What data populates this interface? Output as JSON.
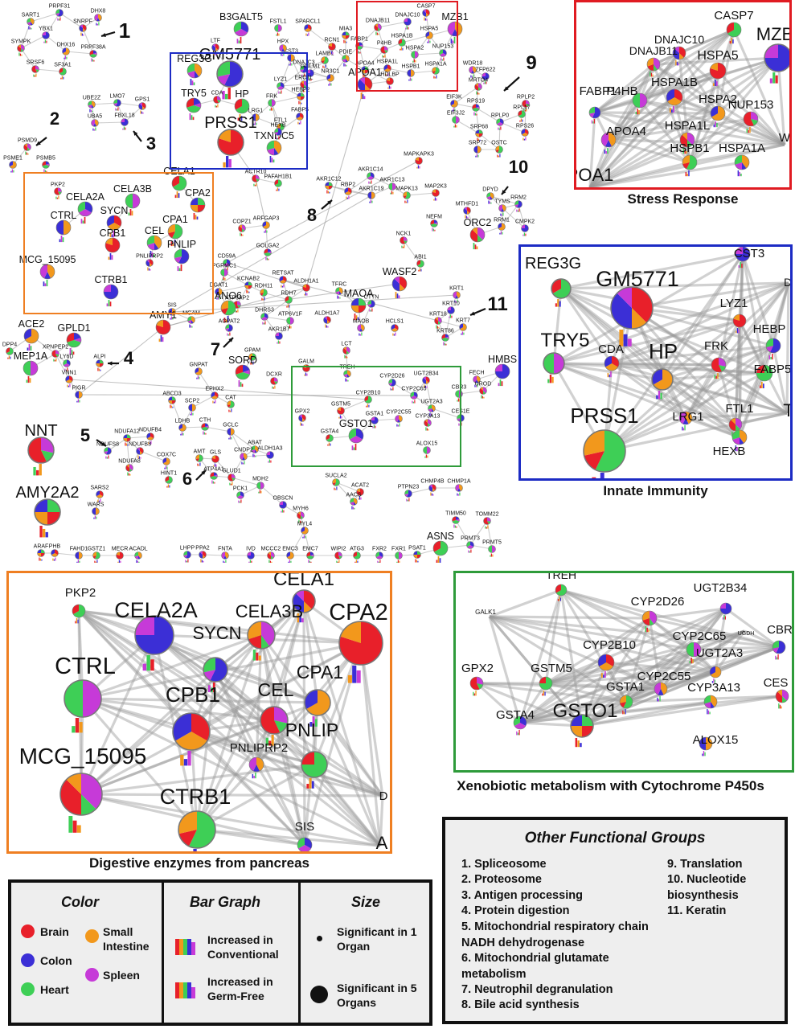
{
  "colors": {
    "brain": "#e8202a",
    "colon": "#3b2fd6",
    "heart": "#3ecf56",
    "small_intestine": "#f2981c",
    "spleen": "#c63ad8",
    "edge": "#8c8c8c",
    "stress_frame": "#e01b22",
    "immunity_frame": "#1c2bc4",
    "digestive_frame": "#ef7f22",
    "xeno_frame": "#2e9b3a"
  },
  "network": {
    "labels": [
      "SART1",
      "PRPF31",
      "SNRPF",
      "DHX8",
      "YBX1",
      "SYMPK",
      "DHX16",
      "PRPF38A",
      "SRSF6",
      "SF3A1",
      "B3GALT5",
      "FSTL1",
      "MIA3",
      "SPARCL1",
      "CST3",
      "LAMB1",
      "RCN1",
      "PDIE",
      "DNAJC3",
      "CASP7",
      "MZB1",
      "DNAJC10",
      "DNAJB11",
      "HSPA5",
      "FABP1",
      "P4HB",
      "HSPA1B",
      "NUP153",
      "HSPA2",
      "APOA4",
      "HSPA1L",
      "HSPB1",
      "HSPA1A",
      "HDLBP",
      "REG3G",
      "GM5771",
      "LTF",
      "HPX",
      "GOLM1",
      "ERO1L",
      "NR3C1",
      "TRY5",
      "CDA",
      "HP",
      "LYZ1",
      "FRK",
      "HEBP2",
      "FABP5",
      "LRG1",
      "FTL1",
      "PRSS1",
      "TXNDC5",
      "HEXB",
      "APOA1",
      "WDR18",
      "ZFP622",
      "MRTO4",
      "EIF3K",
      "RPS19",
      "RPLP2",
      "RPL17",
      "RPLP0",
      "EIF3J2",
      "SRP68",
      "RPS26",
      "SRP72",
      "OSTC",
      "MAPKAPK3",
      "UBE2Z",
      "LMO7",
      "GPS1",
      "UBA5",
      "FBXL18",
      "PSMD9",
      "PSME1",
      "PSMB5",
      "ACTR10",
      "PAFAH1B1",
      "AKR1C14",
      "AKR1C13",
      "AKR1C12",
      "RBP2",
      "AKR1C19",
      "MAPK13",
      "MAP2K3",
      "DPYD",
      "RRM2",
      "MTHFD1",
      "TYMS",
      "CMPK2",
      "ORC2",
      "RRM1",
      "NEFM",
      "PKP2",
      "CELA1",
      "CELA2A",
      "CELA3B",
      "CPA2",
      "SYCN",
      "CTRL",
      "CPA1",
      "CPB1",
      "CEL",
      "PNLIP",
      "PNLIPRP2",
      "MCG_15095",
      "CTRB1",
      "COPZ1",
      "ARFGAP3",
      "GOLGA2",
      "NCK1",
      "ABI1",
      "CD59A",
      "PGRMC1",
      "KCNAB2",
      "RETSAT",
      "DGAT1",
      "RDH11",
      "ALDH1A1",
      "TFRC",
      "CTTN",
      "WASF2",
      "KRT1",
      "KRT10",
      "KRT18",
      "KRT7",
      "KRT86",
      "ATP6AP2",
      "RDH7",
      "DHRS3",
      "ATP6V1F",
      "MAOA",
      "HCLS1",
      "SIS",
      "ANO6",
      "AMY1",
      "MGAM",
      "AGPAT2",
      "ALDH1A7",
      "MAOB",
      "AKR1B7",
      "LCT",
      "ACE2",
      "GPLD1",
      "XPNPEP2",
      "DPP4",
      "LY6D",
      "MEP1A",
      "ALPI",
      "VNN1",
      "PIGR",
      "GPAM",
      "GALM",
      "TREH",
      "CYP2D26",
      "UGT2B34",
      "FECH",
      "HMBS",
      "UROD",
      "GNPAT",
      "SORD",
      "DCXR",
      "CYP2B10",
      "CYP2C65",
      "CBR3",
      "ABCD3",
      "EPHX2",
      "SCP2",
      "CAT",
      "GSTM5",
      "UGT2A3",
      "CES1E",
      "GPX2",
      "CYP2C55",
      "GSTA1",
      "CYP3A13",
      "LDHB",
      "CTH",
      "NNT",
      "GSTA4",
      "GSTO1",
      "ALOX15",
      "NDUFA12",
      "NDUFB4",
      "GCLC",
      "AMT",
      "GLS",
      "ABAT",
      "NDUFS8",
      "NDUFB3",
      "CNDP2",
      "ALDH1A3",
      "NDUFA8",
      "COX7C",
      "ATP4A1",
      "GLUD1",
      "HINT1",
      "PCK1",
      "MDH2",
      "AMY2A2",
      "SARS2",
      "WARS",
      "SUCLA2",
      "ACAT2",
      "AACS",
      "PTPN23",
      "CHMP4B",
      "CHMP1A",
      "OBSCN",
      "MYH6",
      "MYL4",
      "TIMM50",
      "TOMM22",
      "ASNS",
      "PRMT3",
      "PRMT5",
      "ARAF",
      "PHB",
      "FAHD1",
      "GSTZ1",
      "MECR",
      "ACADL",
      "LHPP",
      "PPA2",
      "FNTA",
      "IVD",
      "MCCC2",
      "EMC3",
      "EMC7",
      "WIPI2",
      "ATG3",
      "FXR2",
      "FXR1",
      "PSAT1"
    ],
    "group_numbers": [
      "1",
      "2",
      "3",
      "4",
      "5",
      "6",
      "7",
      "8",
      "9",
      "10",
      "11"
    ]
  },
  "panels": {
    "stress": {
      "caption": "Stress Response",
      "labels": [
        "CASP7",
        "DNAJC10",
        "MZB",
        "DNAJB11",
        "HSPA5",
        "FABP1",
        "P4HB",
        "HSPA1B",
        "HSPA2",
        "NUP153",
        "W",
        "APOA4",
        "HSPA1L",
        "HSPB1",
        "HSPA1A",
        "POA1"
      ]
    },
    "immunity": {
      "caption": "Innate Immunity",
      "labels": [
        "REG3G",
        "GM5771",
        "CST3",
        "D",
        "LYZ1",
        "HEBP",
        "TRY5",
        "CDA",
        "HP",
        "FRK",
        "FABP5",
        "LRG1",
        "FTL1",
        "PRSS1",
        "HEXB",
        "T"
      ]
    },
    "digestive": {
      "caption": "Digestive enzymes from pancreas",
      "labels": [
        "PKP2",
        "CELA1",
        "CELA2A",
        "CELA3B",
        "CPA2",
        "SYCN",
        "CTRL",
        "CPB1",
        "CPA1",
        "CEL",
        "PNLIP",
        "PNLIPRP2",
        "MCG_15095",
        "CTRB1",
        "D",
        "SIS",
        "A"
      ]
    },
    "xeno": {
      "caption": "Xenobiotic metabolism with Cytochrome P450s",
      "labels": [
        "TREH",
        "GALK1",
        "UGT2B34",
        "CYP2D26",
        "UGDH",
        "CBR",
        "CYP2C65",
        "CYP2B10",
        "UGT2A3",
        "GPX2",
        "GSTM5",
        "CYP2C55",
        "CES",
        "GSTA1",
        "CYP3A13",
        "GSTA4",
        "GSTO1",
        "ALOX15"
      ]
    }
  },
  "legend": {
    "color_title": "Color",
    "bar_title": "Bar Graph",
    "size_title": "Size",
    "brain": "Brain",
    "colon": "Colon",
    "heart": "Heart",
    "small_intestine": "Small Intestine",
    "spleen": "Spleen",
    "increased_conventional": "Increased in Conventional",
    "increased_germfree": "Increased in Germ-Free",
    "significant_1": "Significant in 1 Organ",
    "significant_5": "Significant in 5 Organs"
  },
  "functional_groups": {
    "title": "Other Functional Groups",
    "items": [
      "1. Spliceosome",
      "2. Proteosome",
      "3. Antigen processing",
      "4. Protein digestion",
      "5. Mitochondrial respiratory chain NADH dehydrogenase",
      "6. Mitochondrial glutamate metabolism",
      "7. Neutrophil degranulation",
      "8. Bile acid synthesis",
      "9. Translation",
      "10. Nucleotide biosynthesis",
      "11. Keratin"
    ]
  }
}
